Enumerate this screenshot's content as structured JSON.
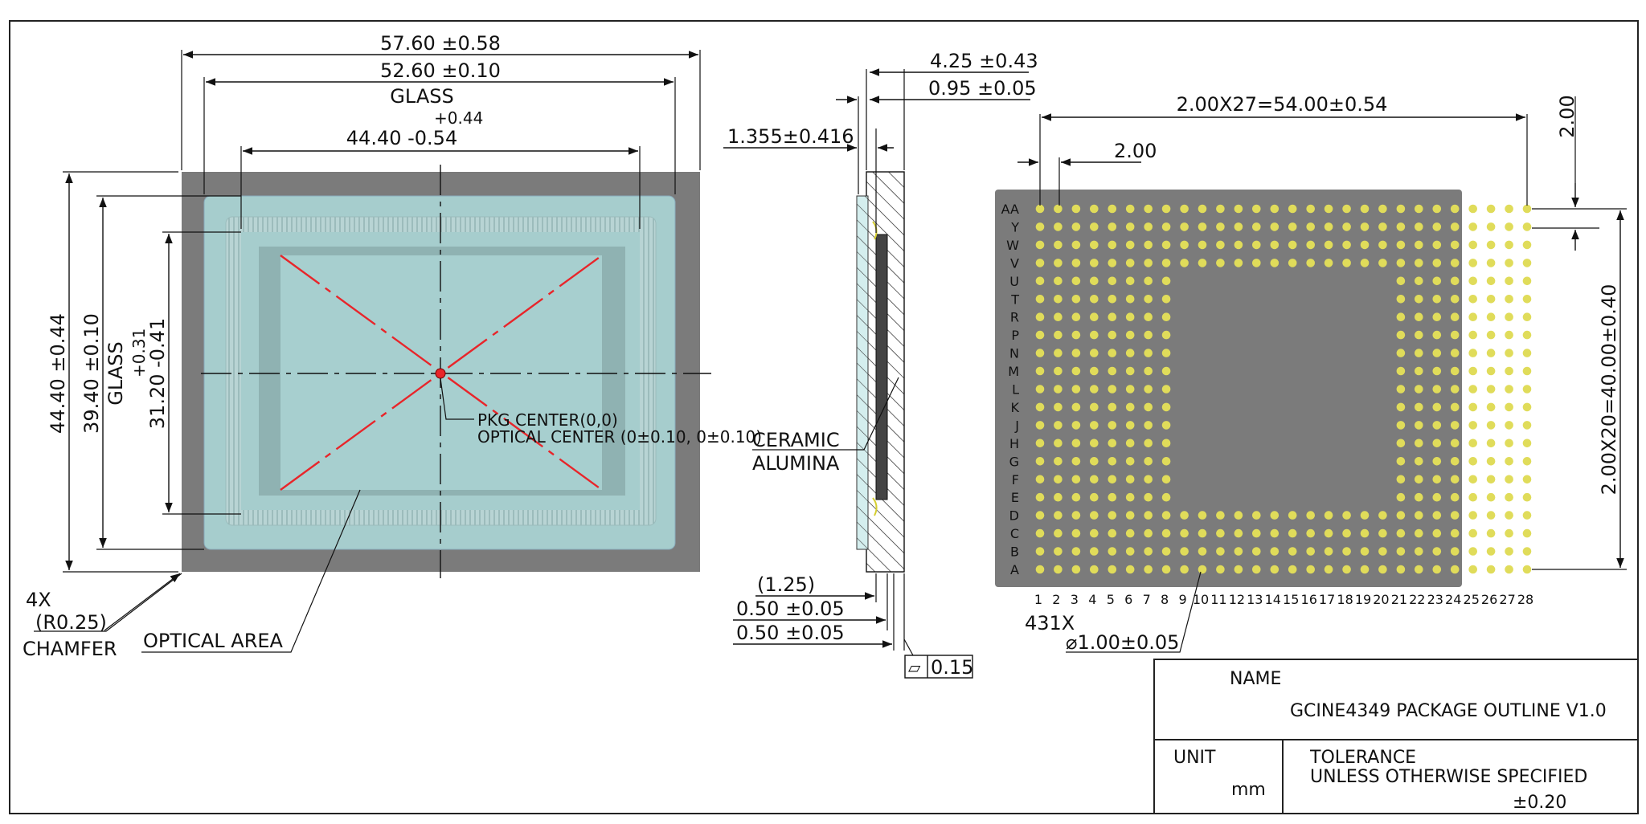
{
  "top_view": {
    "width_overall": "57.60 ±0.58",
    "width_glass": "52.60 ±0.10",
    "glass_label": "GLASS",
    "active_tol_upper": "+0.44",
    "active_width": "44.40 -0.54",
    "height_overall": "44.40 ±0.44",
    "height_glass": "39.40 ±0.10",
    "glass_label_vertical": "GLASS",
    "active_tol_upper_v": "+0.31",
    "active_height": "31.20 -0.41",
    "pkg_center": "PKG CENTER(0,0)",
    "optical_center": "OPTICAL CENTER (0±0.10, 0±0.10)",
    "chamfer_count": "4X",
    "chamfer_radius": "(R0.25)",
    "chamfer_label": "CHAMFER",
    "optical_area": "OPTICAL AREA"
  },
  "side_view": {
    "thickness_total": "4.25 ±0.43",
    "glass_thickness": "0.95 ±0.05",
    "die_offset": "1.355±0.416",
    "material_1": "CERAMIC",
    "material_2": "ALUMINA",
    "ref_dim": "(1.25)",
    "dim_a": "0.50 ±0.05",
    "dim_b": "0.50 ±0.05",
    "flatness_symbol": "▱",
    "flatness_value": "0.15"
  },
  "bottom_view": {
    "pitch_x_total": "2.00X27=54.00±0.54",
    "pitch_x": "2.00",
    "pitch_y": "2.00",
    "pitch_y_total": "2.00X20=40.00±0.40",
    "row_labels": [
      "AA",
      "Y",
      "W",
      "V",
      "U",
      "T",
      "R",
      "P",
      "N",
      "M",
      "L",
      "K",
      "J",
      "H",
      "G",
      "F",
      "E",
      "D",
      "C",
      "B",
      "A"
    ],
    "col_labels": [
      "1",
      "2",
      "3",
      "4",
      "5",
      "6",
      "7",
      "8",
      "9",
      "10",
      "11",
      "12",
      "13",
      "14",
      "15",
      "16",
      "17",
      "18",
      "19",
      "20",
      "21",
      "22",
      "23",
      "24",
      "25",
      "26",
      "27",
      "28"
    ],
    "pad_count": "431X",
    "pad_diameter": "⌀1.00±0.05",
    "pad_color": "#e0dc5a"
  },
  "title_block": {
    "name_label": "NAME",
    "name_value": "GCINE4349 PACKAGE OUTLINE V1.0",
    "unit_label": "UNIT",
    "unit_value": "mm",
    "tolerance_label": "TOLERANCE",
    "tolerance_note": "UNLESS OTHERWISE SPECIFIED",
    "tolerance_value": "±0.20"
  },
  "colors": {
    "package_gray": "#7b7b7b",
    "glass": "#a6cdcd",
    "optical_area": "#a7cfcf",
    "die_frame": "#8fb2b2",
    "center_cross": "#e8252a"
  }
}
